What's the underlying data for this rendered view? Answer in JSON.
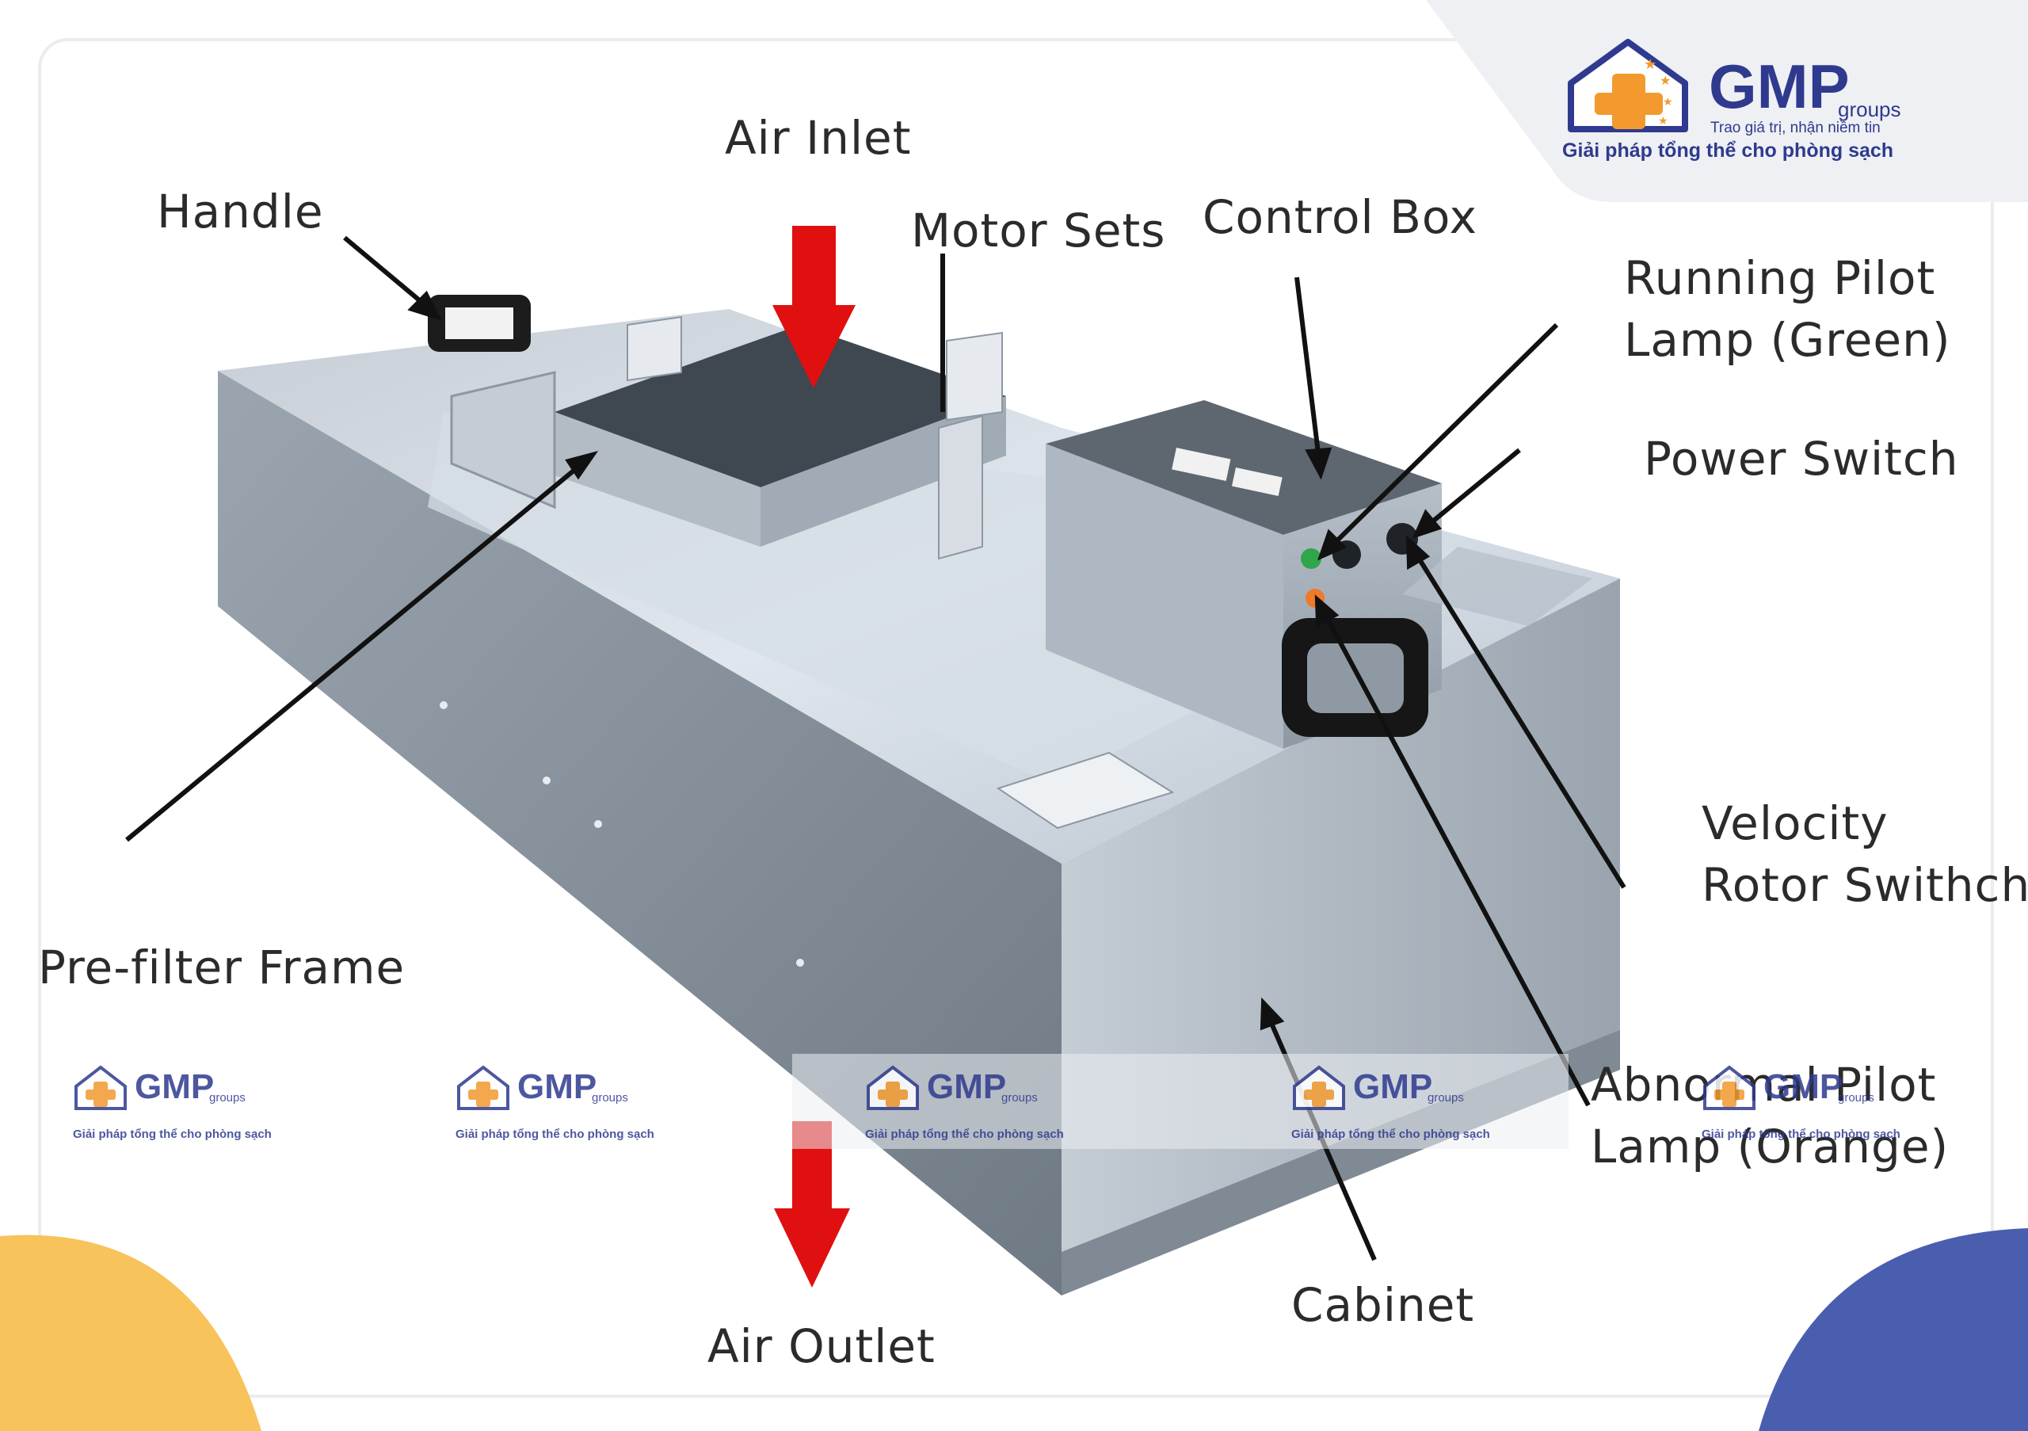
{
  "brand": {
    "name": "GMP",
    "groups": "groups",
    "slogan": "Trao giá trị, nhận niềm tin",
    "tagline": "Giải pháp tổng thể cho phòng sạch",
    "colors": {
      "navy": "#2f3a8f",
      "orange": "#f29a2e",
      "yellow": "#f7c35a",
      "blue_corner": "#4a5eb0"
    }
  },
  "diagram": {
    "labels": {
      "air_inlet": "Air Inlet",
      "handle": "Handle",
      "motor_sets": "Motor Sets",
      "control_box": "Control Box",
      "running_pilot_lamp_line1": "Running Pilot",
      "running_pilot_lamp_line2": "Lamp (Green)",
      "power_switch": "Power Switch",
      "velocity_rotor_switch_line1": "Velocity",
      "velocity_rotor_switch_line2": "Rotor Swithch",
      "pre_filter_frame": "Pre-filter Frame",
      "abnormal_pilot_lamp_line1": "Abnormal Pilot",
      "abnormal_pilot_lamp_line2": "Lamp (Orange)",
      "cabinet": "Cabinet",
      "air_outlet": "Air Outlet"
    },
    "colors": {
      "arrow_red": "#e01010",
      "metal_light": "#c9d2db",
      "metal_mid": "#9aa6b2",
      "metal_dark": "#6d7883"
    }
  }
}
